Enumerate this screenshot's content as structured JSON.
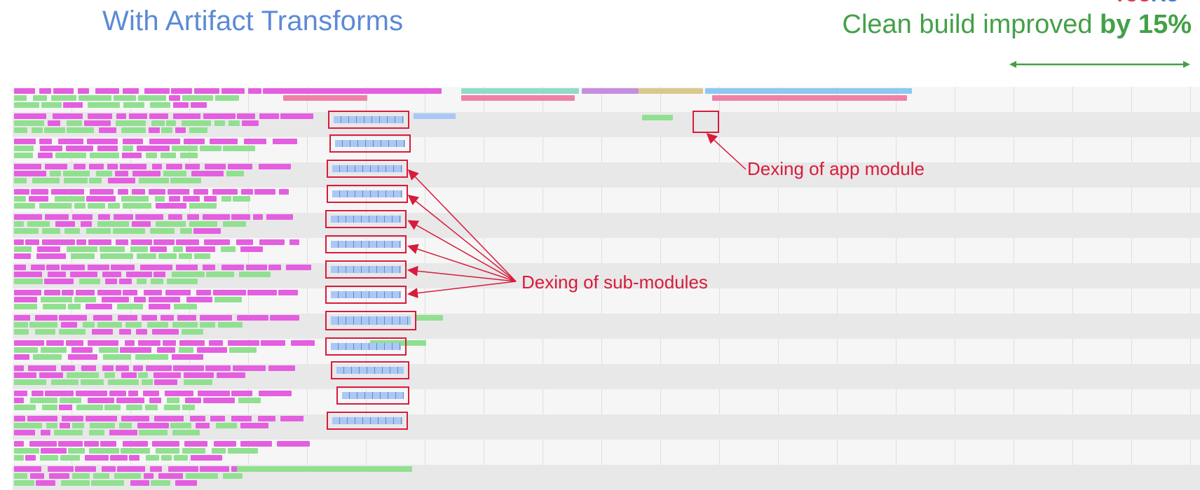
{
  "slide": {
    "title": "With Artifact Transforms",
    "brand_part1": "Yoo",
    "brand_part2": "Ko",
    "headline_prefix": "Clean build improved ",
    "headline_bold": "by 15%"
  },
  "annotations": {
    "app_module": "Dexing of app module",
    "sub_modules": "Dexing of sub-modules"
  },
  "colors": {
    "title_blue": "#5b8ad6",
    "headline_green": "#43a047",
    "annotation_red": "#d81b3c",
    "task_pink": "#e45ee0",
    "task_green": "#90e090",
    "task_blue": "#a9c8f6"
  }
}
